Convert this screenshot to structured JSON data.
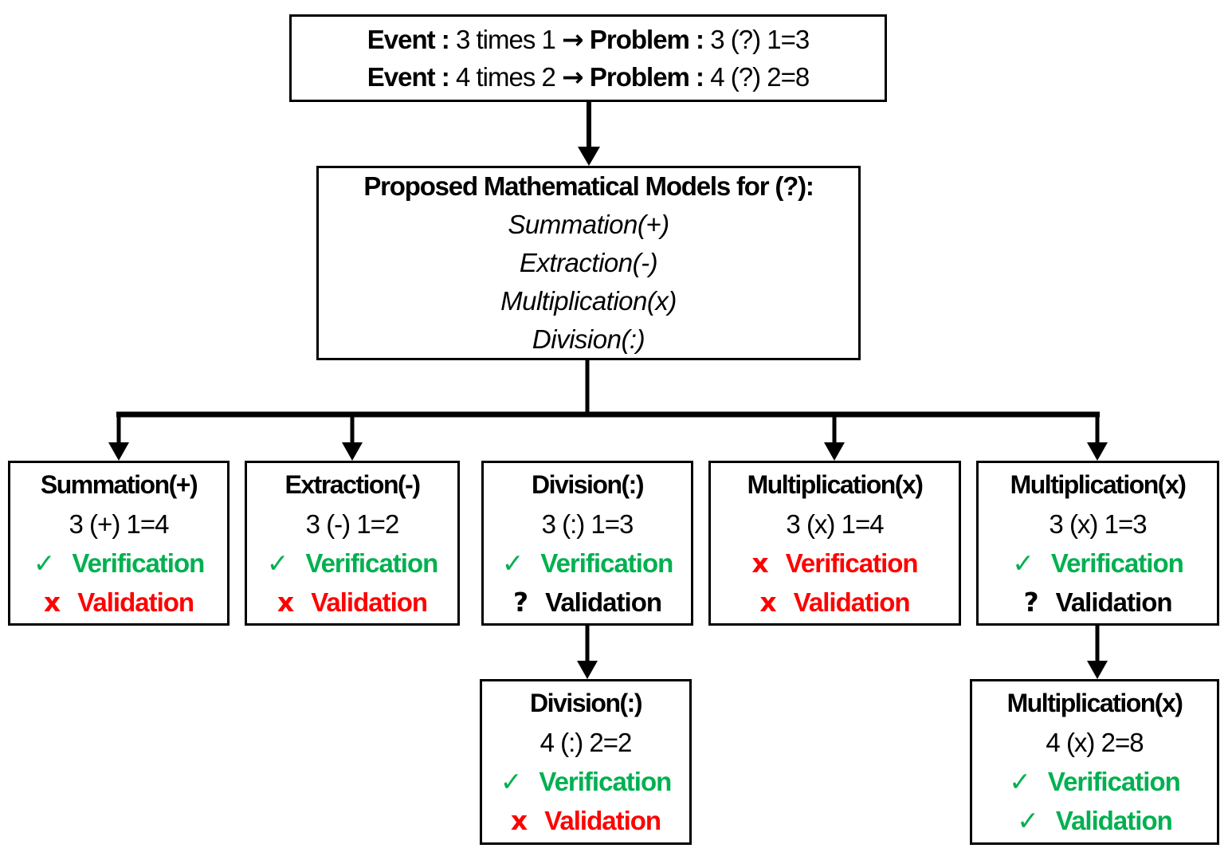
{
  "colors": {
    "green": "#00B050",
    "red": "#FF0000",
    "black": "#000000"
  },
  "top_box": {
    "line1": {
      "label1": "Event :",
      "text1": "3 times 1",
      "arrow": "→",
      "label2": "Problem :",
      "text2": "3 (?) 1=3"
    },
    "line2": {
      "label1": "Event :",
      "text1": "4 times 2",
      "arrow": "→",
      "label2": "Problem :",
      "text2": "4 (?) 2=8"
    }
  },
  "models_box": {
    "title": "Proposed Mathematical Models for (?):",
    "options": [
      "Summation(+)",
      "Extraction(-)",
      "Multiplication(x)",
      "Division(:)"
    ]
  },
  "nodes": [
    {
      "title": "Summation(+)",
      "formula": "3 (+) 1=4",
      "verification": {
        "mark": "✓",
        "label": "Verification",
        "color": "green"
      },
      "validation": {
        "mark": "x",
        "label": "Validation",
        "color": "red"
      }
    },
    {
      "title": "Extraction(-)",
      "formula": "3 (-) 1=2",
      "verification": {
        "mark": "✓",
        "label": "Verification",
        "color": "green"
      },
      "validation": {
        "mark": "x",
        "label": "Validation",
        "color": "red"
      }
    },
    {
      "title": "Division(:)",
      "formula": "3 (:) 1=3",
      "verification": {
        "mark": "✓",
        "label": "Verification",
        "color": "green"
      },
      "validation": {
        "mark": "?",
        "label": "Validation",
        "color": "black"
      }
    },
    {
      "title": "Multiplication(x)",
      "formula": "3 (x) 1=4",
      "verification": {
        "mark": "x",
        "label": "Verification",
        "color": "red"
      },
      "validation": {
        "mark": "x",
        "label": "Validation",
        "color": "red"
      }
    },
    {
      "title": "Multiplication(x)",
      "formula": "3 (x) 1=3",
      "verification": {
        "mark": "✓",
        "label": "Verification",
        "color": "green"
      },
      "validation": {
        "mark": "?",
        "label": "Validation",
        "color": "black"
      }
    },
    {
      "title": "Division(:)",
      "formula": "4 (:) 2=2",
      "verification": {
        "mark": "✓",
        "label": "Verification",
        "color": "green"
      },
      "validation": {
        "mark": "x",
        "label": "Validation",
        "color": "red"
      }
    },
    {
      "title": "Multiplication(x)",
      "formula": "4 (x) 2=8",
      "verification": {
        "mark": "✓",
        "label": "Verification",
        "color": "green"
      },
      "validation": {
        "mark": "✓",
        "label": "Validation",
        "color": "green"
      }
    }
  ]
}
